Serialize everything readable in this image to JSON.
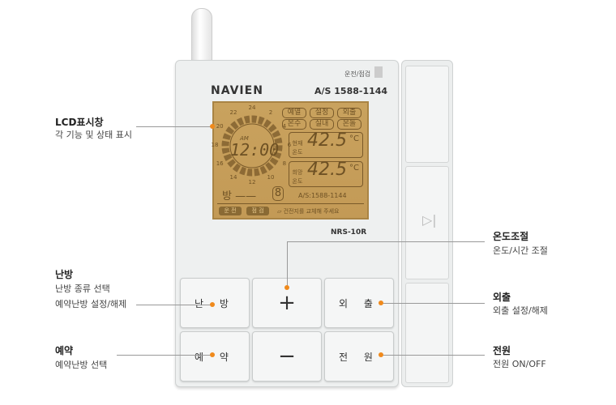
{
  "device": {
    "brand": "NAVIEN",
    "as_number": "A/S 1588-1144",
    "run_check_label": "운전/점검",
    "model": "NRS-10R"
  },
  "lcd": {
    "mode_labels": [
      "예열",
      "설정",
      "외출",
      "온수",
      "실내",
      "온돌"
    ],
    "clock": "12:00",
    "ampm": "AM",
    "hour_ticks": [
      "24",
      "2",
      "4",
      "6",
      "8",
      "10",
      "12",
      "14",
      "16",
      "18",
      "20",
      "22"
    ],
    "current_label": "현재 온도",
    "current_temp": "42.5",
    "desired_label": "희망 온도",
    "desired_temp": "42.5",
    "unit": "°C",
    "room_label": "방 ——",
    "room_digit": "8",
    "as_text": "A/S:1588-1144",
    "run": "운 전",
    "check": "점 검",
    "battery_msg": "건전지를 교체해 주세요"
  },
  "buttons": {
    "heating": "난 방",
    "plus": "+",
    "outing": "외 출",
    "reserve": "예 약",
    "minus": "−",
    "power": "전 원"
  },
  "annotations": {
    "lcd": {
      "title": "LCD표시창",
      "desc": "각 기능 및 상태 표시"
    },
    "heating": {
      "title": "난방",
      "desc1": "난방 종류 선택",
      "desc2": "예약난방 설정/해제"
    },
    "reserve": {
      "title": "예약",
      "desc": "예약난방 선택"
    },
    "temp": {
      "title": "온도조절",
      "desc": "온도/시간 조절"
    },
    "outing": {
      "title": "외출",
      "desc": "외출 설정/해제"
    },
    "power": {
      "title": "전원",
      "desc": "전원 ON/OFF"
    }
  },
  "colors": {
    "accent": "#f08a1c",
    "lcd": "#c9a25e"
  }
}
